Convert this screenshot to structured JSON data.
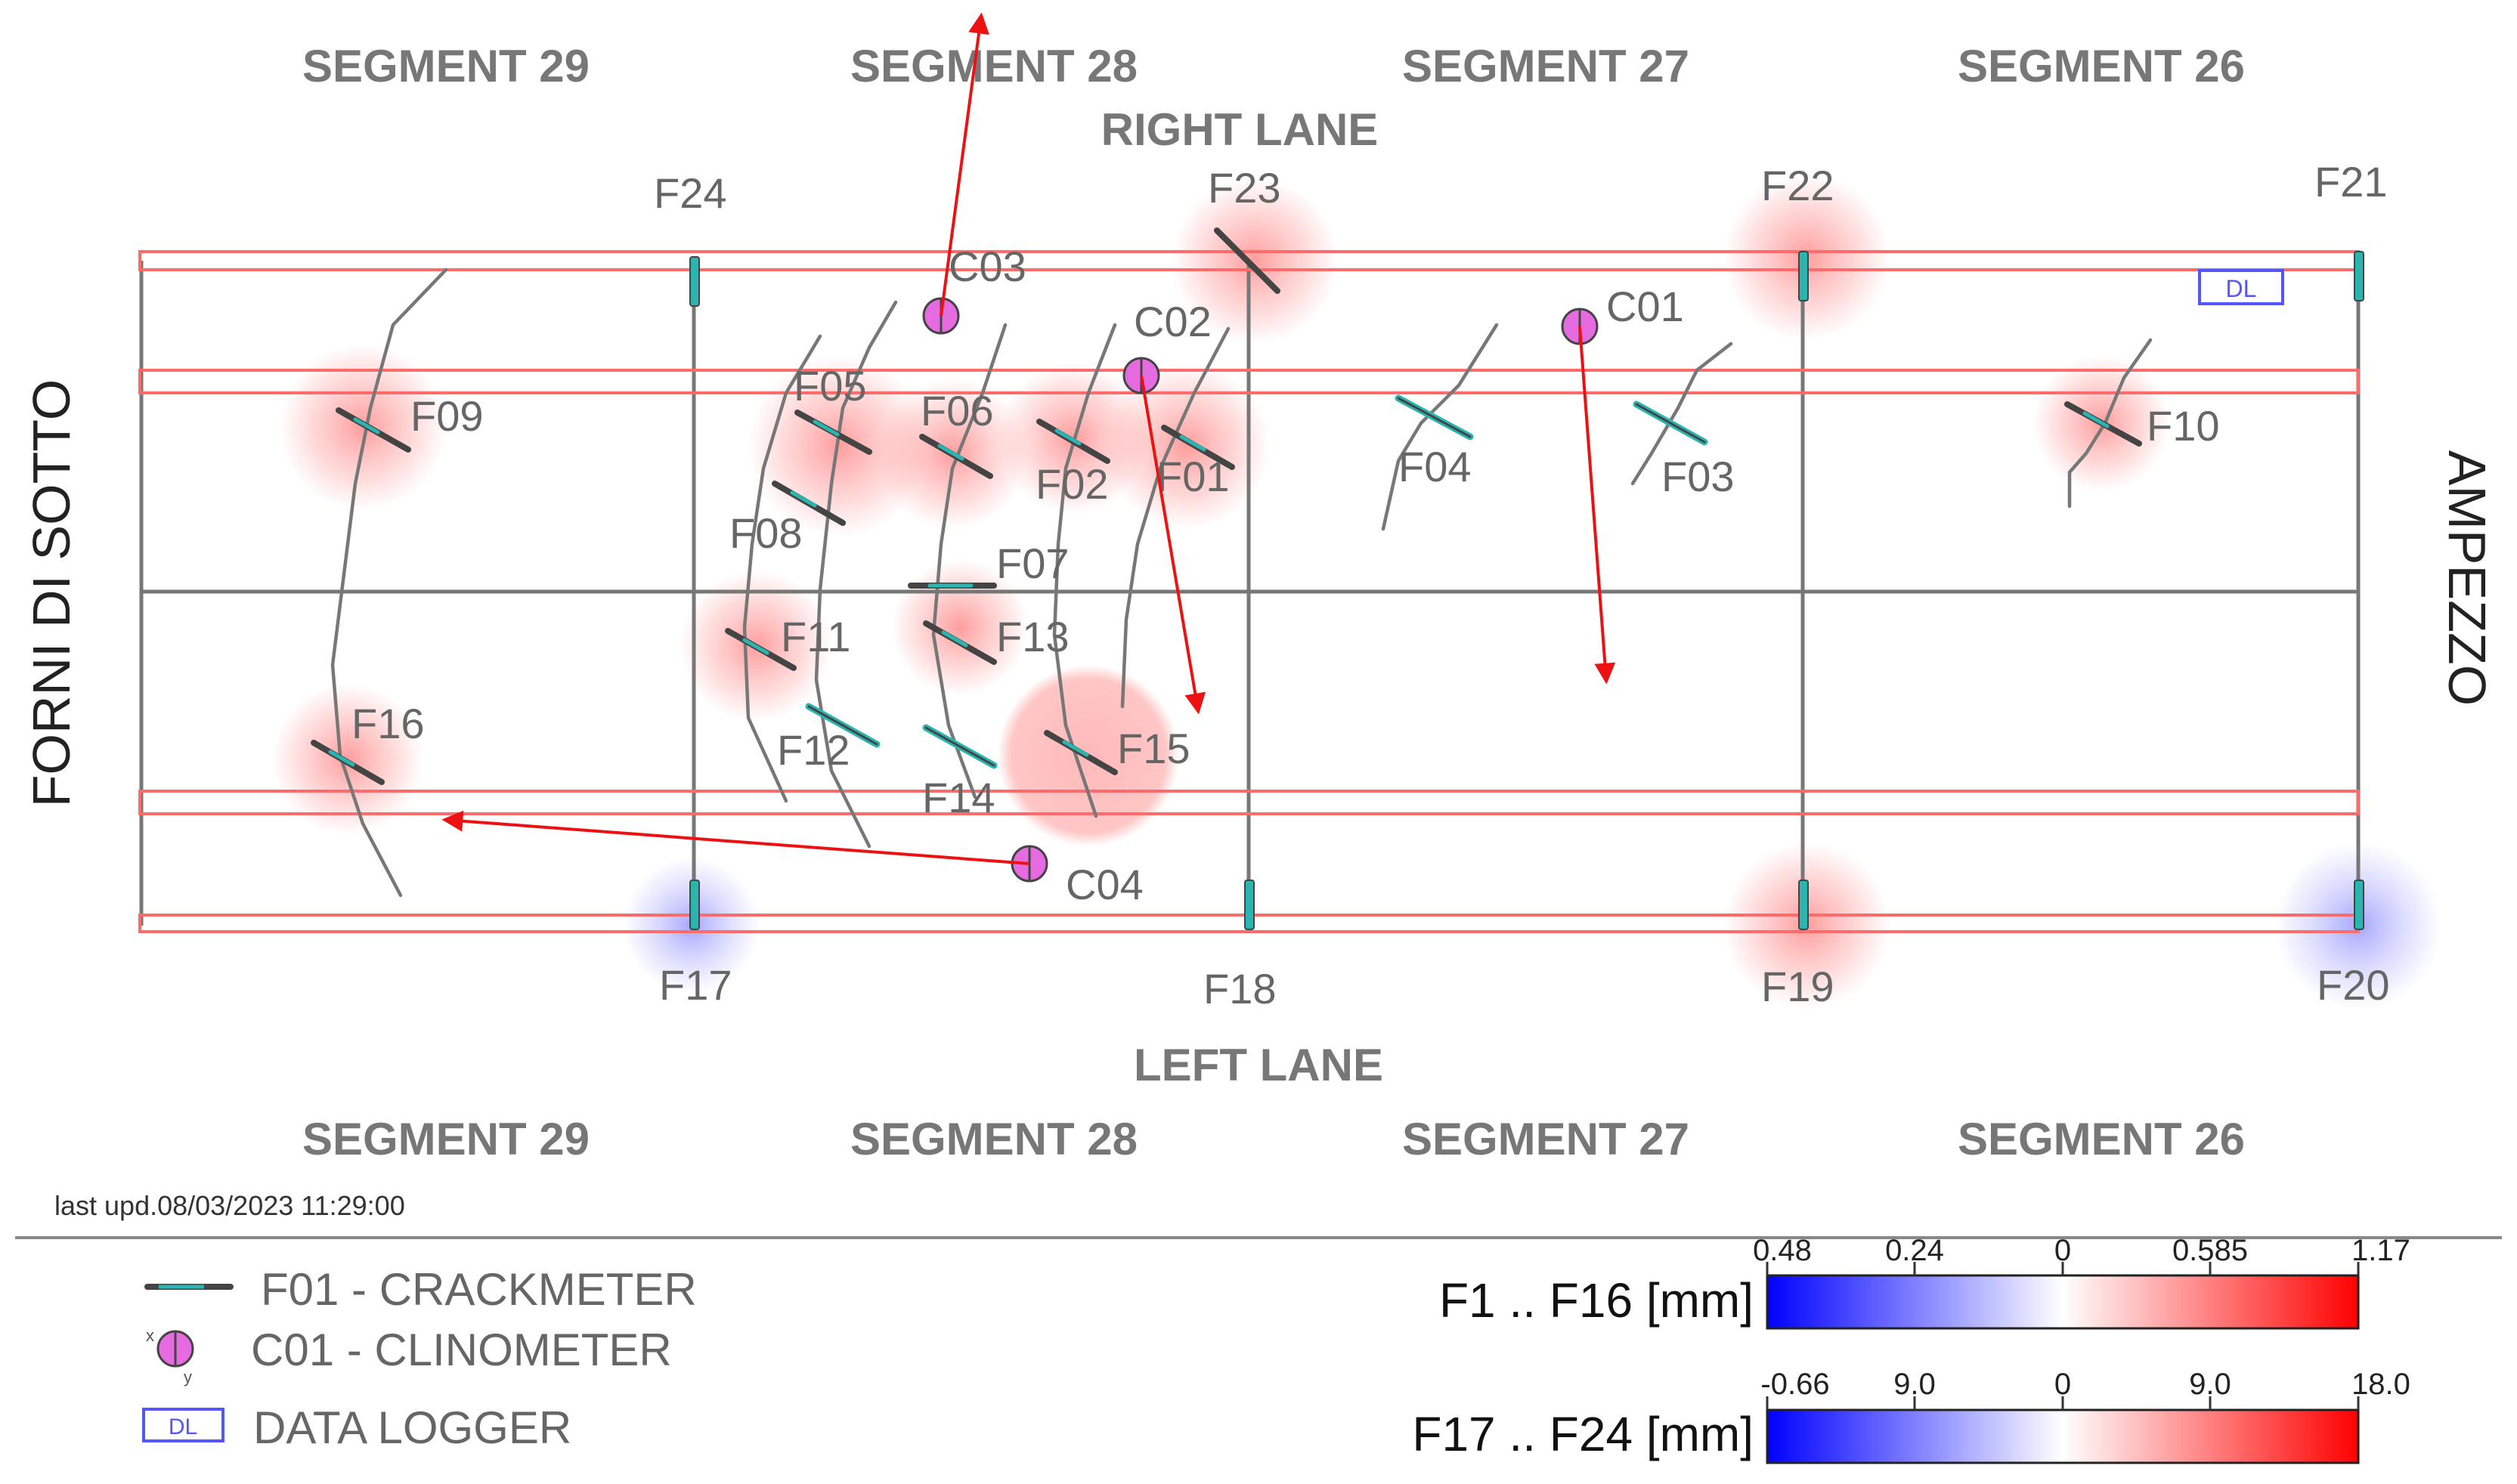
{
  "segments": {
    "top": [
      "SEGMENT 29",
      "SEGMENT 28",
      "SEGMENT 27",
      "SEGMENT 26"
    ],
    "bottom": [
      "SEGMENT 29",
      "SEGMENT 28",
      "SEGMENT 27",
      "SEGMENT 26"
    ]
  },
  "lanes": {
    "right": "RIGHT LANE",
    "left": "LEFT LANE"
  },
  "sides": {
    "left": "FORNI DI SOTTO",
    "right": "AMPEZZO"
  },
  "last_update": "last upd.08/03/2023 11:29:00",
  "data_logger_label": "DL",
  "colors": {
    "rail": "#ff6b6b",
    "frame": "#777777",
    "crackmeter": "#2bb5b0",
    "clinometer": "#e66be0",
    "arrow": "#ee1111",
    "glow_red": "#ff5555",
    "glow_blue": "#6666ff",
    "logger": "#5555ff"
  },
  "crackmeters": [
    {
      "id": "F01",
      "label": "F01"
    },
    {
      "id": "F02",
      "label": "F02"
    },
    {
      "id": "F03",
      "label": "F03"
    },
    {
      "id": "F04",
      "label": "F04"
    },
    {
      "id": "F05",
      "label": "F05"
    },
    {
      "id": "F06",
      "label": "F06"
    },
    {
      "id": "F07",
      "label": "F07"
    },
    {
      "id": "F08",
      "label": "F08"
    },
    {
      "id": "F09",
      "label": "F09"
    },
    {
      "id": "F10",
      "label": "F10"
    },
    {
      "id": "F11",
      "label": "F11"
    },
    {
      "id": "F12",
      "label": "F12"
    },
    {
      "id": "F13",
      "label": "F13"
    },
    {
      "id": "F14",
      "label": "F14"
    },
    {
      "id": "F15",
      "label": "F15"
    },
    {
      "id": "F16",
      "label": "F16"
    },
    {
      "id": "F17",
      "label": "F17"
    },
    {
      "id": "F18",
      "label": "F18"
    },
    {
      "id": "F19",
      "label": "F19"
    },
    {
      "id": "F20",
      "label": "F20"
    },
    {
      "id": "F21",
      "label": "F21"
    },
    {
      "id": "F22",
      "label": "F22"
    },
    {
      "id": "F23",
      "label": "F23"
    },
    {
      "id": "F24",
      "label": "F24"
    }
  ],
  "clinometers": [
    {
      "id": "C01",
      "label": "C01"
    },
    {
      "id": "C02",
      "label": "C02"
    },
    {
      "id": "C03",
      "label": "C03"
    },
    {
      "id": "C04",
      "label": "C04"
    }
  ],
  "legend": {
    "crackmeter": "F01 - CRACKMETER",
    "clinometer": "C01 - CLINOMETER",
    "data_logger": "DATA LOGGER",
    "logger_icon_text": "DL",
    "axis_labels": {
      "x": "x",
      "y": "y"
    }
  },
  "colorbars": [
    {
      "label": "F1 .. F16 [mm]",
      "ticks": [
        "0.48",
        "0.24",
        "0",
        "0.585",
        "1.17"
      ],
      "min_color": "#0000ff",
      "mid_color": "#ffffff",
      "max_color": "#ff0000"
    },
    {
      "label": "F17 .. F24 [mm]",
      "ticks": [
        "-0.66",
        "9.0",
        "0",
        "9.0",
        "18.0"
      ],
      "min_color": "#0000ff",
      "mid_color": "#ffffff",
      "max_color": "#ff0000"
    }
  ]
}
